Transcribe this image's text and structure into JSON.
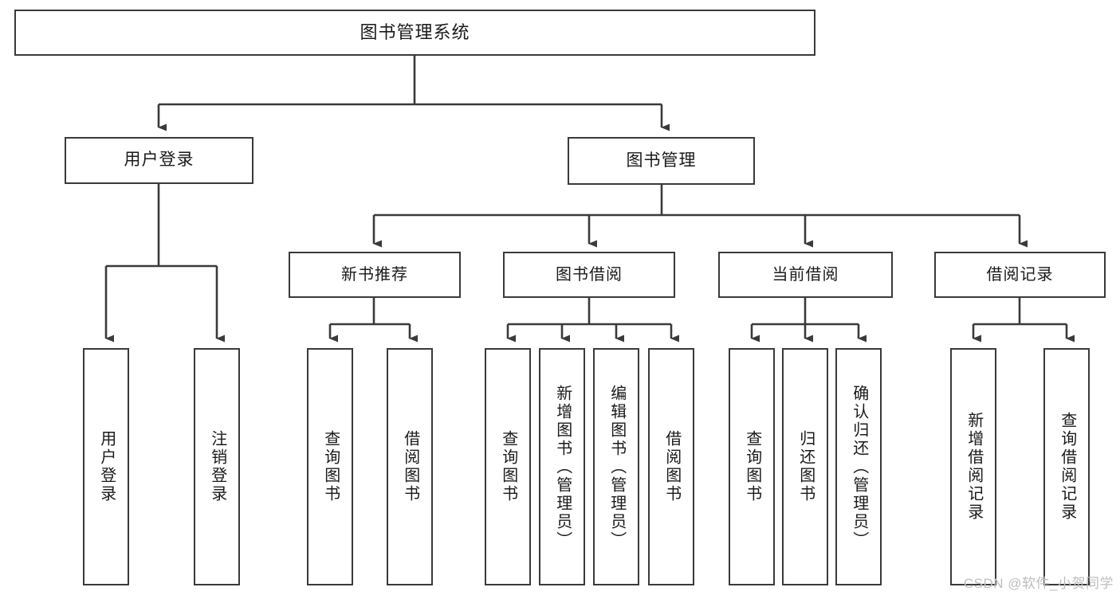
{
  "diagram": {
    "title": "图书管理系统",
    "type": "tree",
    "root": {
      "label": "图书管理系统"
    },
    "level2": [
      {
        "label": "用户登录"
      },
      {
        "label": "图书管理"
      }
    ],
    "level3": [
      {
        "label": "新书推荐"
      },
      {
        "label": "图书借阅"
      },
      {
        "label": "当前借阅"
      },
      {
        "label": "借阅记录"
      }
    ],
    "leaves": {
      "user_login": [
        "用户登录",
        "注销登录"
      ],
      "new_book_recommend": [
        "查询图书",
        "借阅图书"
      ],
      "book_borrow": [
        "查询图书",
        "新增图书（管理员）",
        "编辑图书（管理员）",
        "借阅图书"
      ],
      "current_borrow": [
        "查询图书",
        "归还图书",
        "确认归还（管理员）"
      ],
      "borrow_record": [
        "新增借阅记录",
        "查询借阅记录"
      ]
    }
  },
  "watermark": {
    "text": "CSDN @软件_小贺同学"
  },
  "colors": {
    "stroke": "#3a3a3a",
    "fill": "#ffffff",
    "text": "#1a1a1a",
    "watermark": "#bdbdbd"
  }
}
